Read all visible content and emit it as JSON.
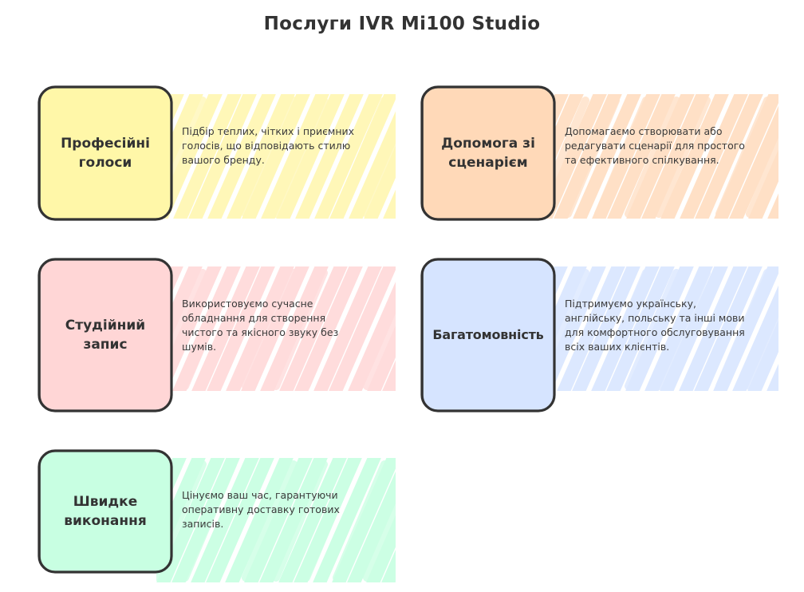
{
  "title": "Послуги IVR Mi100 Studio",
  "services": [
    {
      "label": "Професійні голоси",
      "description": "Підбір теплих, чітких і приємних голосів, що відповідають стилю вашого бренду.",
      "fill": "#fff7a8",
      "hatch": "#fff7b8"
    },
    {
      "label": "Допомога зі сценарієм",
      "description": "Допомагаємо створювати або редагувати сценарії для простого та ефективного спілкування.",
      "fill": "#ffd9b8",
      "hatch": "#ffe0c6"
    },
    {
      "label": "Студійний запис",
      "description": "Використовуємо сучасне обладнання для створення чистого та якісного звуку без шумів.",
      "fill": "#ffd6d6",
      "hatch": "#ffdcdc"
    },
    {
      "label": "Багатомовність",
      "description": "Підтримуємо українську, англійську, польську та інші мови для комфортного обслуговування всіх ваших клієнтів.",
      "fill": "#d6e4ff",
      "hatch": "#dce8ff"
    },
    {
      "label": "Швидке виконання",
      "description": "Цінуємо ваш час, гарантуючи оперативну доставку готових записів.",
      "fill": "#c8ffe2",
      "hatch": "#ccffe4"
    }
  ],
  "colors": {
    "stroke": "#333333",
    "text": "#333333"
  }
}
